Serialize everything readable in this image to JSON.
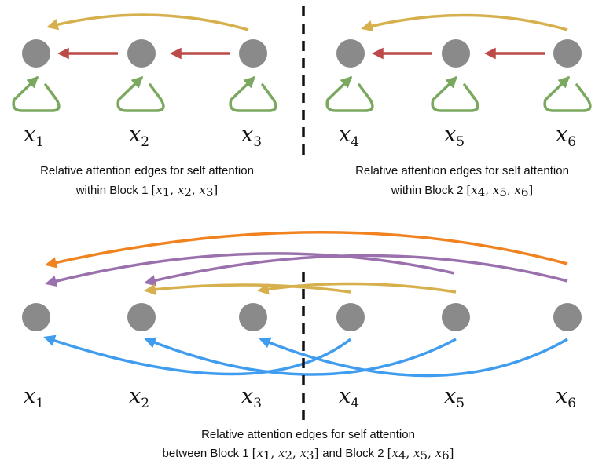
{
  "colors": {
    "node": "#8a8a8a",
    "self_loop": "#79a85e",
    "adjacent": "#bb4a48",
    "skip": "#d7b04e",
    "long": "#f0821f",
    "purple": "#9a70ad",
    "blue": "#3f9cef",
    "divider": "#111111"
  },
  "top_left": {
    "labels": [
      {
        "base": "x",
        "sub": "1"
      },
      {
        "base": "x",
        "sub": "2"
      },
      {
        "base": "x",
        "sub": "3"
      }
    ],
    "caption_line1": "Relative attention edges for self attention",
    "caption_line2_text": "within Block 1",
    "caption_line2_math": [
      "x",
      "1",
      "x",
      "2",
      "x",
      "3"
    ]
  },
  "top_right": {
    "labels": [
      {
        "base": "x",
        "sub": "4"
      },
      {
        "base": "x",
        "sub": "5"
      },
      {
        "base": "x",
        "sub": "6"
      }
    ],
    "caption_line1": "Relative attention edges for self attention",
    "caption_line2_text": "within Block 2",
    "caption_line2_math": [
      "x",
      "4",
      "x",
      "5",
      "x",
      "6"
    ]
  },
  "bottom": {
    "labels": [
      {
        "base": "x",
        "sub": "1"
      },
      {
        "base": "x",
        "sub": "2"
      },
      {
        "base": "x",
        "sub": "3"
      },
      {
        "base": "x",
        "sub": "4"
      },
      {
        "base": "x",
        "sub": "5"
      },
      {
        "base": "x",
        "sub": "6"
      }
    ],
    "caption_line1": "Relative attention edges for self attention",
    "caption_line2_prefix": "between Block 1",
    "caption_line2_mid": "and Block 2",
    "caption_line2_math_a": [
      "x",
      "1",
      "x",
      "2",
      "x",
      "3"
    ],
    "caption_line2_math_b": [
      "x",
      "4",
      "x",
      "5",
      "x",
      "6"
    ]
  }
}
